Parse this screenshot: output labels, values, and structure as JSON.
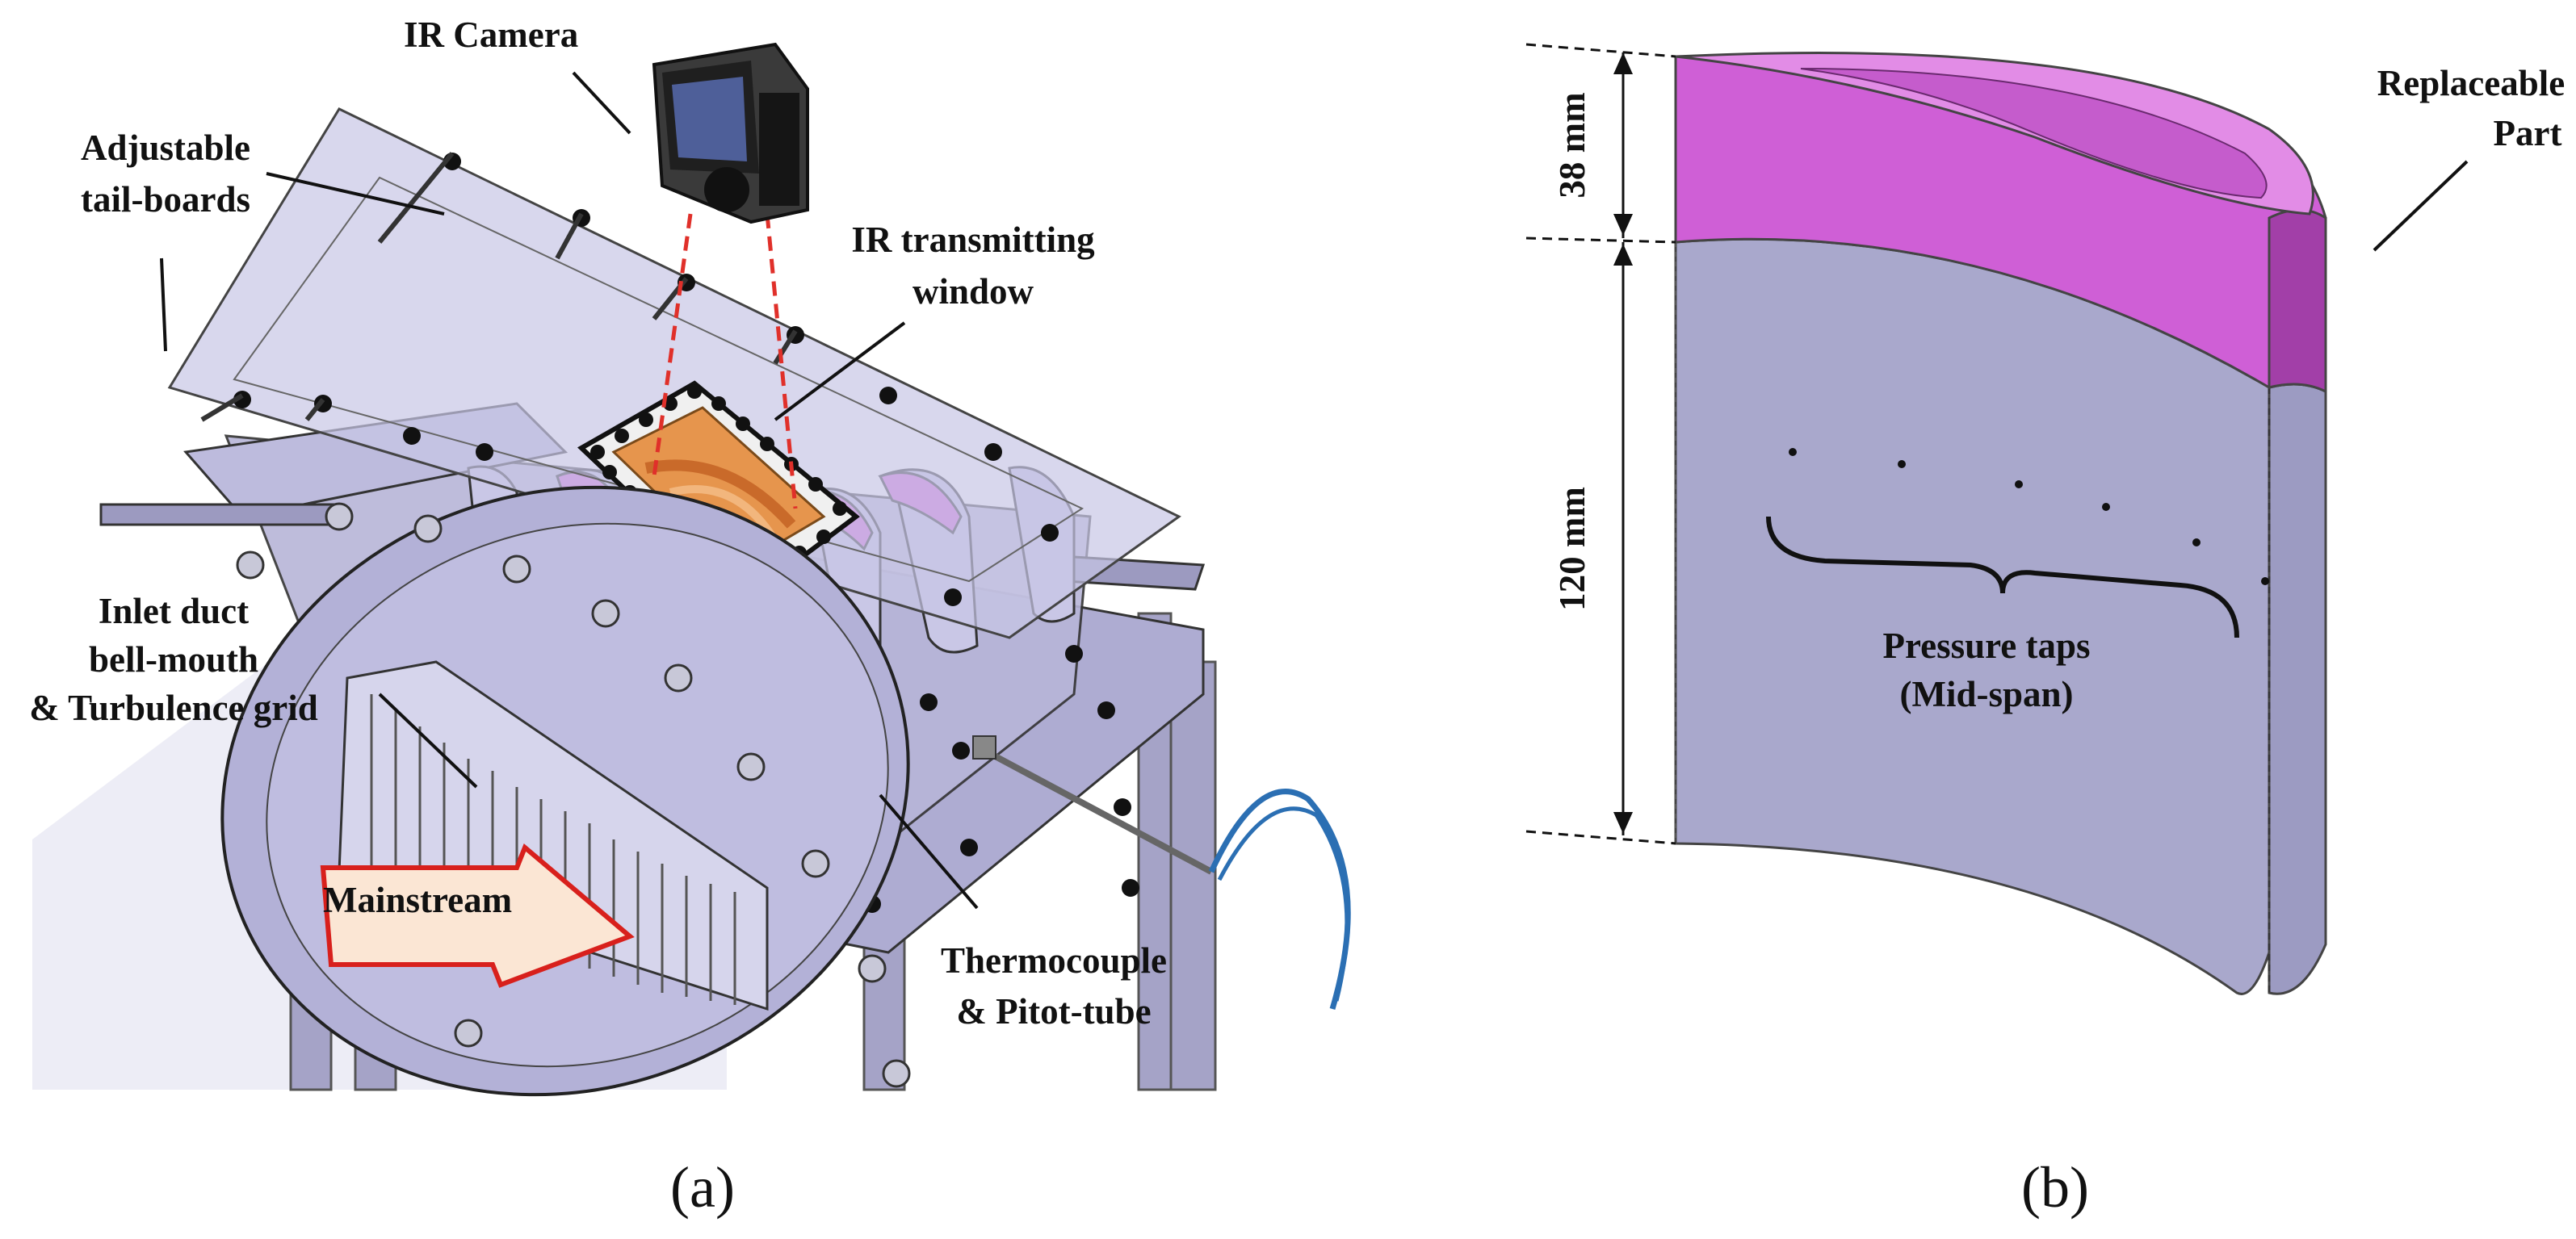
{
  "panel_a": {
    "labels": {
      "ir_camera": "IR Camera",
      "tail_boards": [
        "Adjustable",
        "tail-boards"
      ],
      "ir_window": [
        "IR transmitting",
        "window"
      ],
      "inlet_duct": [
        "Inlet duct",
        "bell-mouth",
        "& Turbulence grid"
      ],
      "mainstream": "Mainstream",
      "thermocouple": [
        "Thermocouple",
        "& Pitot-tube"
      ]
    },
    "caption": "(a)"
  },
  "panel_b": {
    "labels": {
      "dim_top": "38 mm",
      "dim_bottom": "120 mm",
      "replaceable": [
        "Replaceable",
        "Part"
      ],
      "pressure_taps": [
        "Pressure taps",
        "(Mid-span)"
      ]
    },
    "caption": "(b)"
  },
  "colors": {
    "tunnel_body": "#b7b5d8",
    "plate": "#c7c6e6",
    "replaceable_part": "#cf5fd6",
    "blade_body": "#a9a8cc",
    "arrow_fill": "#fbe6d4",
    "arrow_stroke": "#d8201c",
    "window_fill": "#e6954d",
    "laser": "#e0302a",
    "cable": "#2b6fb3"
  }
}
